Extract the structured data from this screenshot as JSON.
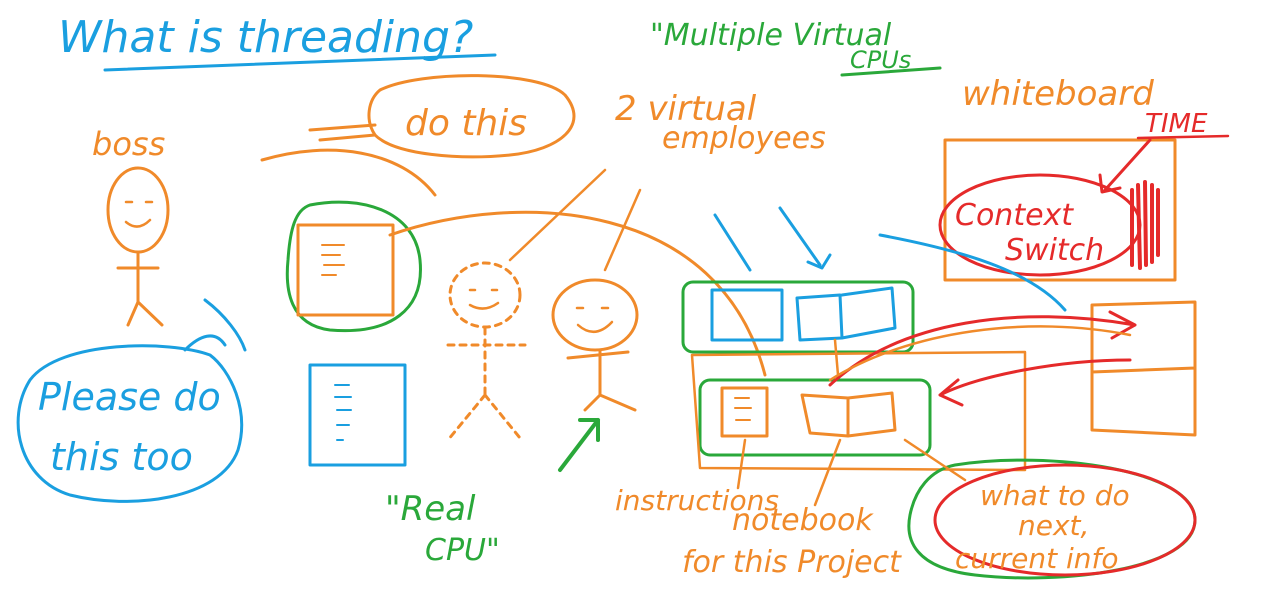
{
  "colors": {
    "blue": "#1a9fe0",
    "orange": "#f08a2a",
    "green": "#2aa83a",
    "red": "#e52a2a"
  },
  "labels": {
    "title": "What is threading?",
    "multiple_virtual": "\"Multiple Virtual",
    "cpus": "CPUs",
    "boss": "boss",
    "do_this": "do this",
    "please_do_this_too_1": "Please do",
    "please_do_this_too_2": "this too",
    "two_virtual_1": "2 virtual",
    "two_virtual_2": "employees",
    "whiteboard": "whiteboard",
    "time": "TIME",
    "context": "Context",
    "switch": "Switch",
    "real": "\"Real",
    "real_cpu": "CPU\"",
    "instructions": "instructions",
    "notebook_1": "notebook",
    "notebook_2": "for this Project",
    "what_to_do_1": "what to do",
    "what_to_do_2": "next,",
    "what_to_do_3": "current info"
  }
}
